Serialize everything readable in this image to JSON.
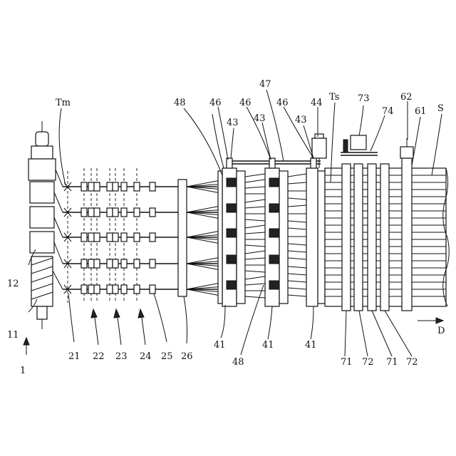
{
  "labels": {
    "l1": "1",
    "l11": "11",
    "l12": "12",
    "lTm": "Tm",
    "l21": "21",
    "l22": "22",
    "l23": "23",
    "l24": "24",
    "l25": "25",
    "l26": "26",
    "l48a": "48",
    "l48b": "48",
    "l46a": "46",
    "l46b": "46",
    "l46c": "46",
    "l47": "47",
    "l43a": "43",
    "l43b": "43",
    "l43c": "43",
    "l44": "44",
    "lTs": "Ts",
    "l73": "73",
    "l74": "74",
    "l62": "62",
    "l61": "61",
    "lS": "S",
    "l41a": "41",
    "l41b": "41",
    "l41c": "41",
    "l71a": "71",
    "l72a": "72",
    "l71b": "71",
    "l72b": "72",
    "lD": "D"
  }
}
